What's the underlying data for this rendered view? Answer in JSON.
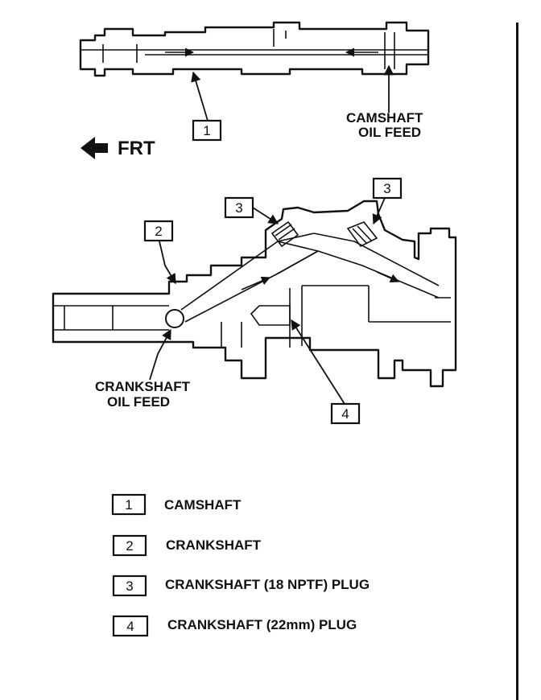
{
  "callouts": {
    "c1": "1",
    "c2": "2",
    "c3a": "3",
    "c3b": "3",
    "c4": "4"
  },
  "labels": {
    "camshaft_oil_feed_line1": "CAMSHAFT",
    "camshaft_oil_feed_line2": "OIL FEED",
    "frt": "FRT",
    "crankshaft_oil_feed_line1": "CRANKSHAFT",
    "crankshaft_oil_feed_line2": "OIL FEED"
  },
  "legend": [
    {
      "number": "1",
      "text": "CAMSHAFT"
    },
    {
      "number": "2",
      "text": "CRANKSHAFT"
    },
    {
      "number": "3",
      "text": "CRANKSHAFT (18 NPTF) PLUG"
    },
    {
      "number": "4",
      "text": "CRANKSHAFT (22mm) PLUG"
    }
  ]
}
